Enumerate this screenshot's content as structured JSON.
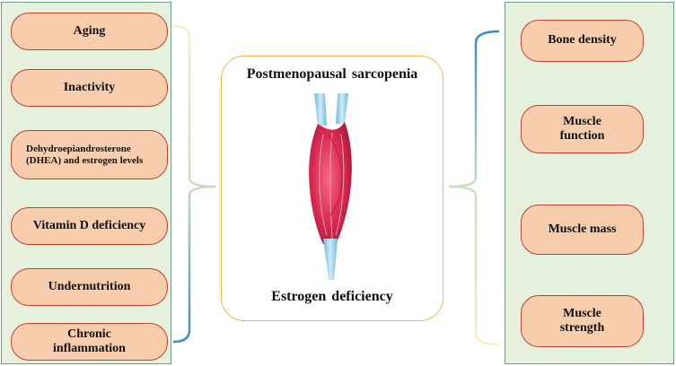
{
  "left_factors": [
    {
      "label": "Aging"
    },
    {
      "label": "Inactivity"
    },
    {
      "label": "Dehydroepiandrosterone (DHEA) and estrogen levels"
    },
    {
      "label": "Vitamin D deficiency"
    },
    {
      "label": "Undernutrition"
    },
    {
      "label": "Chronic inflammation"
    }
  ],
  "center": {
    "title": "Postmenopausal sarcopenia",
    "caption": "Estrogen deficiency"
  },
  "right_outcomes": [
    {
      "label": "Bone density"
    },
    {
      "label": "Muscle function"
    },
    {
      "label": "Muscle mass"
    },
    {
      "label": "Muscle strength"
    }
  ],
  "colors": {
    "panel_fill": "#e6f1dd",
    "pill_fill": "#f8cdad",
    "pill_border": "#c0402e",
    "center_border": "#f0b84a",
    "bracket_start": "#f3efb8",
    "bracket_end": "#3a8cc8",
    "muscle": "#dc2a52",
    "tendon": "#8fcde8"
  }
}
